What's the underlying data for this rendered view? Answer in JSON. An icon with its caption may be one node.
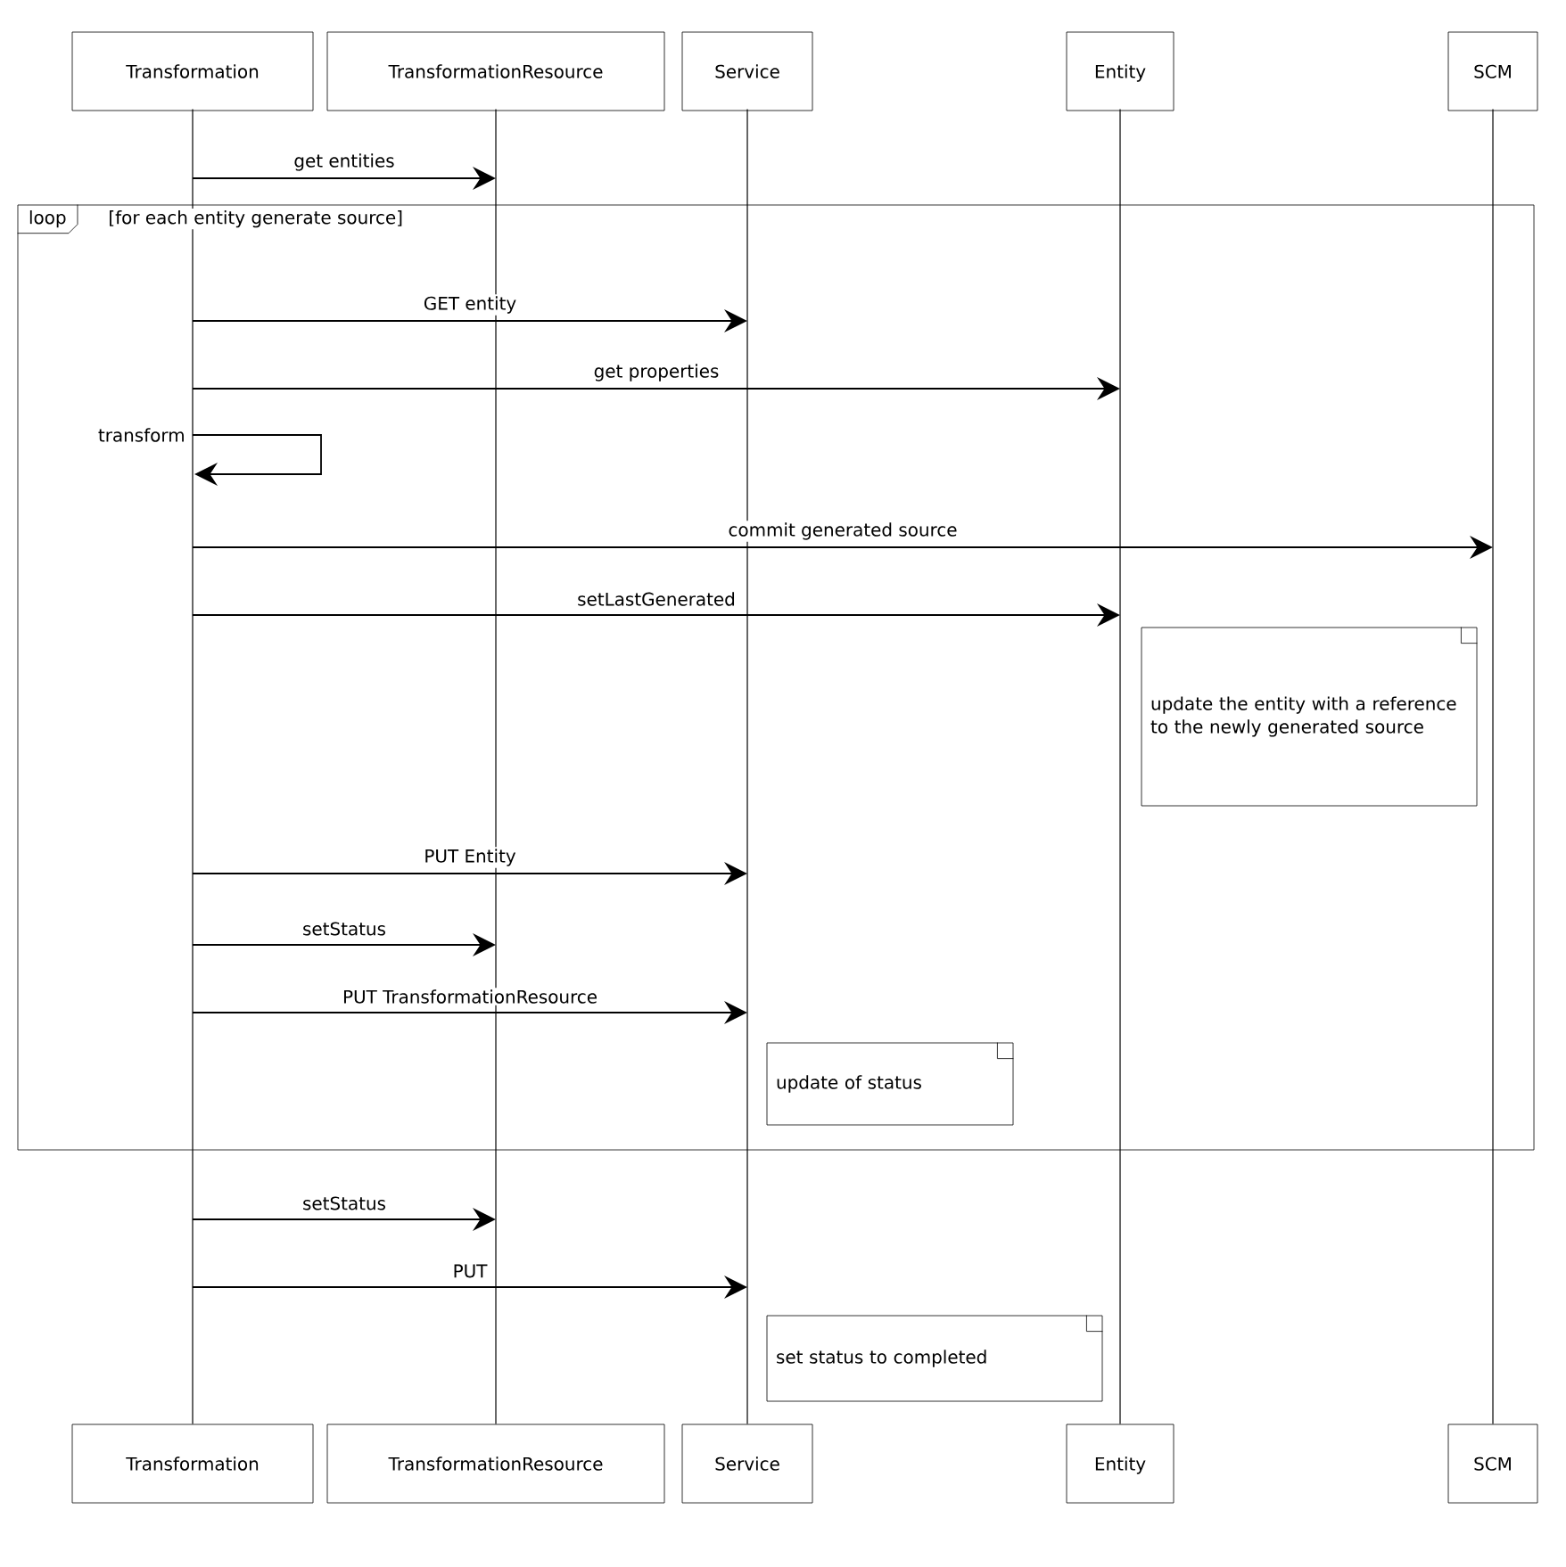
{
  "diagram": {
    "nodes": [
      {
        "text": [
          "Transformation"
        ]
      },
      {
        "text": [
          "TransformationResource"
        ]
      },
      {
        "text": [
          "Service"
        ]
      },
      {
        "text": [
          "Entity"
        ]
      },
      {
        "text": [
          "SCM"
        ]
      },
      {
        "text": [],
        "shape": "line"
      },
      {
        "text": [],
        "shape": "line"
      },
      {
        "text": [],
        "shape": "line"
      },
      {
        "text": [],
        "shape": "line"
      },
      {
        "text": [],
        "shape": "line"
      },
      {
        "text": [
          "Transformation"
        ]
      },
      {
        "text": [
          "TransformationResource"
        ]
      },
      {
        "text": [
          "Service"
        ]
      },
      {
        "text": [
          "Entity"
        ]
      },
      {
        "text": [
          "SCM"
        ]
      },
      {
        "text": [
          "loop",
          "[for each entity generate source]"
        ]
      },
      {
        "text": [
          "update the entity with a reference to the newly generated source"
        ],
        "in": 15
      },
      {
        "text": [
          "update of status"
        ],
        "in": 15
      },
      {
        "text": [
          "set status to completed"
        ]
      }
    ],
    "edges": [
      {
        "from": 5,
        "to": 6,
        "arrow": "to",
        "label": "get entities"
      },
      {
        "from": 5,
        "to": 7,
        "arrow": "to",
        "label": "GET entity"
      },
      {
        "from": 5,
        "to": 8,
        "arrow": "to",
        "label": "get properties"
      },
      {
        "from": 5,
        "to": 5,
        "arrow": "to",
        "label": "transform"
      },
      {
        "from": 5,
        "to": 9,
        "arrow": "to",
        "label": "commit generated source"
      },
      {
        "from": 5,
        "to": 8,
        "arrow": "to",
        "label": "setLastGenerated"
      },
      {
        "from": 5,
        "to": 7,
        "arrow": "to",
        "label": "PUT Entity"
      },
      {
        "from": 5,
        "to": 6,
        "arrow": "to",
        "label": "setStatus"
      },
      {
        "from": 5,
        "to": 7,
        "arrow": "to",
        "label": "PUT TransformationResource"
      },
      {
        "from": 5,
        "to": 6,
        "arrow": "to",
        "label": "setStatus"
      },
      {
        "from": 5,
        "to": 7,
        "arrow": "to",
        "label": "PUT"
      }
    ]
  }
}
